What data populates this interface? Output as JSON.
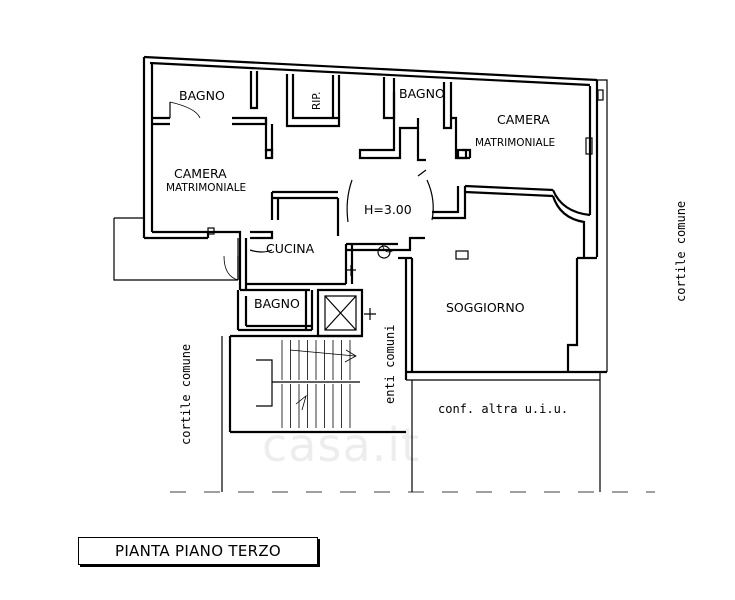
{
  "rooms": {
    "bagno_1": "BAGNO",
    "rip": "RIP.",
    "bagno_2": "BAGNO",
    "camera_1_line1": "CAMERA",
    "camera_1_line2": "MATRIMONIALE",
    "camera_2_line1": "CAMERA",
    "camera_2_line2": "MATRIMONIALE",
    "height": "H=3.00",
    "cucina": "CUCINA",
    "soggiorno": "SOGGIORNO",
    "bagno_3": "BAGNO"
  },
  "labels": {
    "cortile_right": "cortile  comune",
    "cortile_left": "cortile  comune",
    "enti_comuni": "enti comuni",
    "conf": "conf. altra  u.i.u."
  },
  "title": "PIANTA PIANO TERZO",
  "watermark": "casa.it"
}
